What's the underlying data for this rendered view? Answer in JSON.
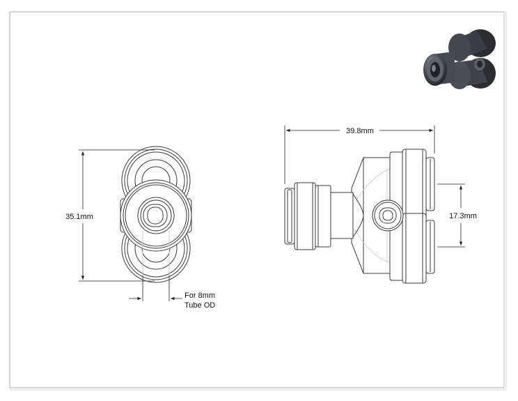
{
  "dimensions": {
    "overall_width": "39.8mm",
    "overall_height": "35.1mm",
    "port_spacing": "17.3mm",
    "tube_note_line1": "For 8mm",
    "tube_note_line2": "Tube OD"
  },
  "colors": {
    "line": "#3a3a3a",
    "dim_line": "#222222",
    "hidden_line": "#c8c8c8",
    "border": "#9a9a9a",
    "thumb_body": "#3c3f45",
    "thumb_highlight": "#8a8e96"
  }
}
